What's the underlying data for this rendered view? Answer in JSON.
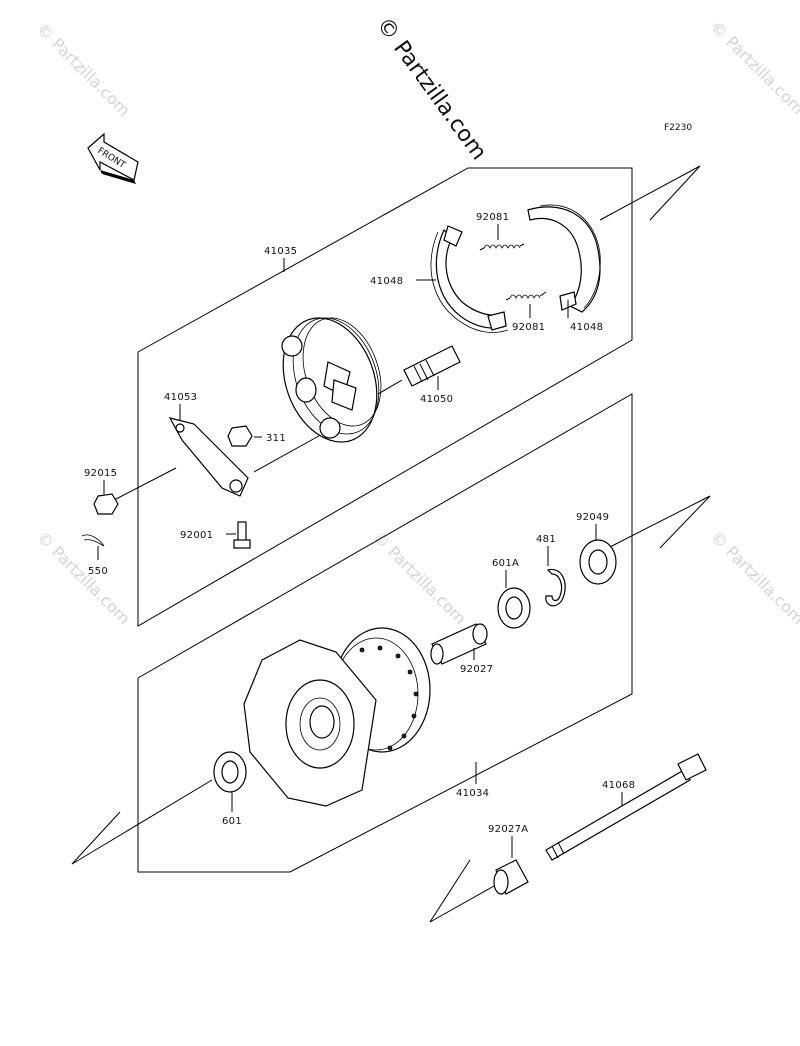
{
  "figure_code": "F2230",
  "watermark_main": "© Partzilla.com",
  "watermark_faint": "© Partzilla.com",
  "front_label": "FRONT",
  "parts": {
    "brake_panel": "41035",
    "brake_shoe_top": "41048",
    "brake_shoe_bottom": "41048",
    "spring_top": "92081",
    "spring_bottom": "92081",
    "cam": "41050",
    "lever": "41053",
    "nut_311": "311",
    "nut_92015": "92015",
    "bolt_92001": "92001",
    "cotter_pin": "550",
    "seal": "92049",
    "circlip": "481",
    "bearing_right": "601A",
    "spacer": "92027",
    "hub": "41034",
    "bearing_left": "601",
    "axle": "41068",
    "collar": "92027A"
  }
}
